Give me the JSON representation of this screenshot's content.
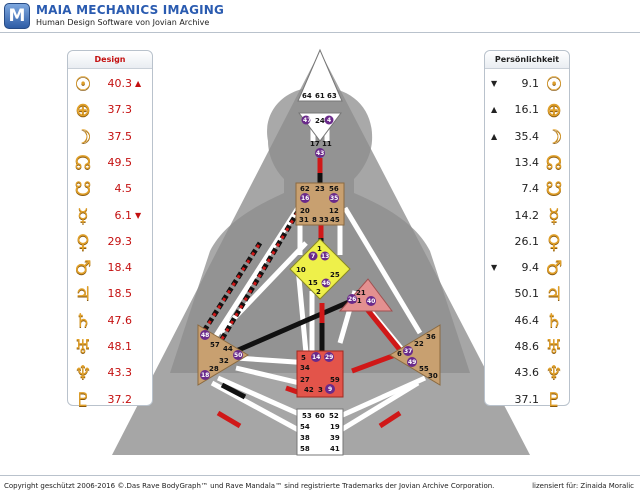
{
  "header": {
    "logo_letter": "M",
    "title": "MAIA MECHANICS IMAGING",
    "subtitle": "Human Design Software von Jovian Archive"
  },
  "design_panel": {
    "title": "Design",
    "rows": [
      {
        "planet": "sun-icon",
        "glyph": "☉",
        "value": "40.3",
        "arrow": "▲"
      },
      {
        "planet": "earth-icon",
        "glyph": "⊕",
        "value": "37.3",
        "arrow": ""
      },
      {
        "planet": "moon-icon",
        "glyph": "☽",
        "value": "37.5",
        "arrow": ""
      },
      {
        "planet": "north-node-icon",
        "glyph": "☊",
        "value": "49.5",
        "arrow": ""
      },
      {
        "planet": "south-node-icon",
        "glyph": "☋",
        "value": "4.5",
        "arrow": ""
      },
      {
        "planet": "mercury-icon",
        "glyph": "☿",
        "value": "6.1",
        "arrow": "▼"
      },
      {
        "planet": "venus-icon",
        "glyph": "♀",
        "value": "29.3",
        "arrow": ""
      },
      {
        "planet": "mars-icon",
        "glyph": "♂",
        "value": "18.4",
        "arrow": ""
      },
      {
        "planet": "jupiter-icon",
        "glyph": "♃",
        "value": "18.5",
        "arrow": ""
      },
      {
        "planet": "saturn-icon",
        "glyph": "♄",
        "value": "47.6",
        "arrow": ""
      },
      {
        "planet": "uranus-icon",
        "glyph": "♅",
        "value": "48.1",
        "arrow": ""
      },
      {
        "planet": "neptune-icon",
        "glyph": "♆",
        "value": "43.3",
        "arrow": ""
      },
      {
        "planet": "pluto-icon",
        "glyph": "♇",
        "value": "37.2",
        "arrow": ""
      }
    ]
  },
  "personality_panel": {
    "title": "Persönlichkeit",
    "rows": [
      {
        "planet": "sun-icon",
        "glyph": "☉",
        "value": "9.1",
        "arrow": "▼"
      },
      {
        "planet": "earth-icon",
        "glyph": "⊕",
        "value": "16.1",
        "arrow": "▲"
      },
      {
        "planet": "moon-icon",
        "glyph": "☽",
        "value": "35.4",
        "arrow": "▲"
      },
      {
        "planet": "north-node-icon",
        "glyph": "☊",
        "value": "13.4",
        "arrow": ""
      },
      {
        "planet": "south-node-icon",
        "glyph": "☋",
        "value": "7.4",
        "arrow": ""
      },
      {
        "planet": "mercury-icon",
        "glyph": "☿",
        "value": "14.2",
        "arrow": ""
      },
      {
        "planet": "venus-icon",
        "glyph": "♀",
        "value": "26.1",
        "arrow": ""
      },
      {
        "planet": "mars-icon",
        "glyph": "♂",
        "value": "9.4",
        "arrow": "▼"
      },
      {
        "planet": "jupiter-icon",
        "glyph": "♃",
        "value": "50.1",
        "arrow": ""
      },
      {
        "planet": "saturn-icon",
        "glyph": "♄",
        "value": "46.4",
        "arrow": ""
      },
      {
        "planet": "uranus-icon",
        "glyph": "♅",
        "value": "48.6",
        "arrow": ""
      },
      {
        "planet": "neptune-icon",
        "glyph": "♆",
        "value": "43.6",
        "arrow": ""
      },
      {
        "planet": "pluto-icon",
        "glyph": "♇",
        "value": "37.1",
        "arrow": ""
      }
    ]
  },
  "bodygraph": {
    "colors": {
      "defined_center": "#c8a070",
      "ajna": "#eef04a",
      "sacral": "#e3544a",
      "heart": "#e39090",
      "open_center": "#ffffff",
      "design_channel": "#d01818",
      "personality_channel": "#111111",
      "inactive_channel": "#ffffff",
      "gate_dot": "#6a2a8a",
      "silhouette": "#9c9c9c"
    },
    "gates": {
      "head": [
        "64",
        "61",
        "63"
      ],
      "ajna": [
        "47",
        "24",
        "4"
      ],
      "throat_top": [
        "17",
        "11",
        "43"
      ],
      "throat": [
        "62",
        "23",
        "56",
        "16",
        "35",
        "20",
        "31",
        "8",
        "33",
        "45",
        "12"
      ],
      "g": [
        "1",
        "7",
        "13",
        "10",
        "15",
        "46",
        "25",
        "2"
      ],
      "heart": [
        "21",
        "51",
        "26",
        "40"
      ],
      "spleen": [
        "48",
        "57",
        "44",
        "50",
        "32",
        "28",
        "18"
      ],
      "solar_plexus": [
        "36",
        "22",
        "37",
        "6",
        "49",
        "55",
        "30"
      ],
      "sacral": [
        "5",
        "14",
        "29",
        "34",
        "27",
        "59",
        "42",
        "3",
        "9"
      ],
      "root": [
        "53",
        "60",
        "52",
        "54",
        "19",
        "38",
        "39",
        "58",
        "41"
      ]
    }
  },
  "footer": {
    "copyright": "Copyright geschützt 2006-2016 ©.Das Rave BodyGraph™ und Rave Mandala™ sind registrierte Trademarks der Jovian Archive Corporation.",
    "license": "lizensiert für: Zinaida Moralic"
  }
}
